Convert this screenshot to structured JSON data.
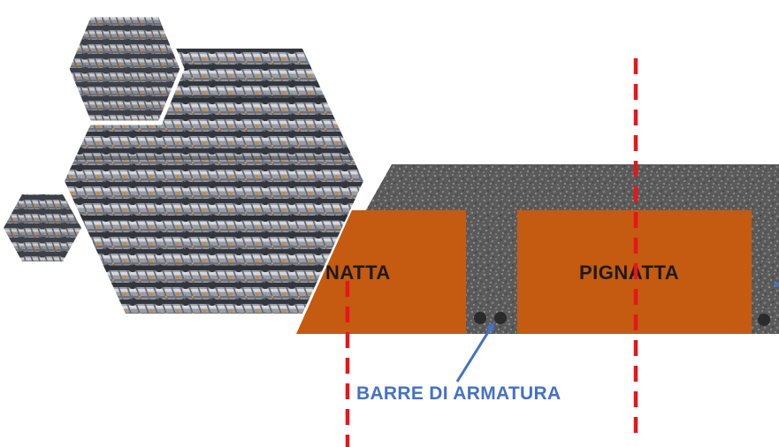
{
  "labels": {
    "block_left": "NATTA",
    "block_right": "PIGNATTA",
    "callout": "BARRE DI ARMATURA"
  },
  "colors": {
    "concrete": "#5a5a5a",
    "concrete_speckle_light": "#8a8a8a",
    "concrete_speckle_dark": "#2e2e2e",
    "block": "#c55a11",
    "rebar_dot": "#2b2b2b",
    "dash_line": "#e4171b",
    "callout": "#4472c4",
    "steel_light": "#c9ccd2",
    "steel_mid": "#8d9098",
    "steel_dark": "#3e4048",
    "rust": "#c98a2e"
  },
  "icons": {
    "photo": "rebar-bundle-photo",
    "arrow": "callout-arrow"
  }
}
